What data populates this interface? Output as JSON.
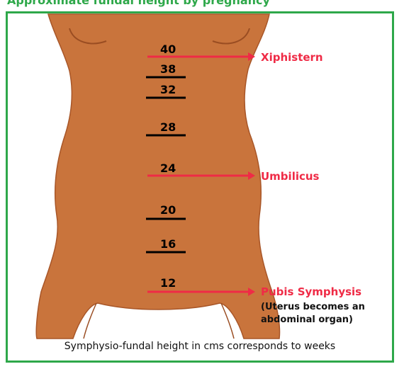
{
  "title_partial": "Approximate fundal height by pregnancy",
  "weeks": [
    {
      "label": "40",
      "landmark": true
    },
    {
      "label": "38",
      "landmark": false
    },
    {
      "label": "32",
      "landmark": false
    },
    {
      "label": "28",
      "landmark": false
    },
    {
      "label": "24",
      "landmark": true
    },
    {
      "label": "20",
      "landmark": false
    },
    {
      "label": "16",
      "landmark": false
    },
    {
      "label": "12",
      "landmark": true
    }
  ],
  "landmarks": {
    "xiphistern": "Xiphistern",
    "umbilicus": "Umbilicus",
    "pubis": "Pubis Symphysis",
    "pubis_note_line1": "(Uterus becomes an",
    "pubis_note_line2": "abdominal organ)"
  },
  "caption": "Symphysio-fundal height in cms corresponds to weeks",
  "colors": {
    "border": "#2ea84a",
    "body_skin": "#c9743c",
    "body_outline": "#a85628",
    "landmark": "#ef2b46",
    "marker": "#000000"
  }
}
